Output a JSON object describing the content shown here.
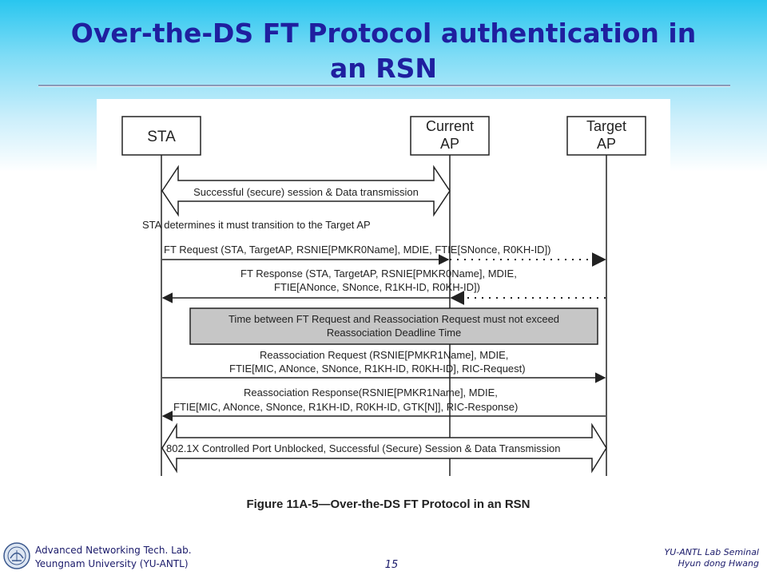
{
  "slide": {
    "title_line1": "Over-the-DS FT Protocol authentication in",
    "title_line2": "an RSN"
  },
  "diagram": {
    "entities": {
      "sta": [
        "STA"
      ],
      "current_ap": [
        "Current",
        "AP"
      ],
      "target_ap": [
        "Target",
        "AP"
      ]
    },
    "messages": {
      "session_data": "Successful (secure) session & Data transmission",
      "sta_determines": "STA determines it must transition to the Target AP",
      "ft_request": "FT Request (STA, TargetAP,  RSNIE[PMKR0Name], MDIE, FTIE[SNonce, R0KH-ID])",
      "ft_response_1": "FT Response (STA, TargetAP, RSNIE[PMKR0Name], MDIE,",
      "ft_response_2": "FTIE[ANonce, SNonce, R1KH-ID, R0KH-ID])",
      "deadline_1": "Time between FT Request and Reassociation Request must not exceed",
      "deadline_2": "Reassociation Deadline Time",
      "reassoc_request_1": "Reassociation Request (RSNIE[PMKR1Name], MDIE,",
      "reassoc_request_2": "FTIE[MIC, ANonce, SNonce, R1KH-ID, R0KH-ID], RIC-Request)",
      "reassoc_response_1": "Reassociation Response(RSNIE[PMKR1Name], MDIE,",
      "reassoc_response_2": "FTIE[MIC, ANonce, SNonce, R1KH-ID, R0KH-ID, GTK[N]], RIC-Response)",
      "port_unblocked": "802.1X Controlled Port Unblocked, Successful (Secure) Session & Data Transmission"
    },
    "caption": "Figure 11A-5—Over-the-DS FT Protocol in an RSN"
  },
  "footer": {
    "lab_name": "Advanced Networking Tech. Lab.",
    "university": "Yeungnam University (YU-ANTL)",
    "page_number": "15",
    "seminar": "YU-ANTL Lab Seminal",
    "presenter": "Hyun dong Hwang"
  },
  "colors": {
    "title": "#1f1f9f",
    "footer_text": "#1a1a6a",
    "deadline_box": "#c6c6c6",
    "diagram_stroke": "#222222"
  }
}
